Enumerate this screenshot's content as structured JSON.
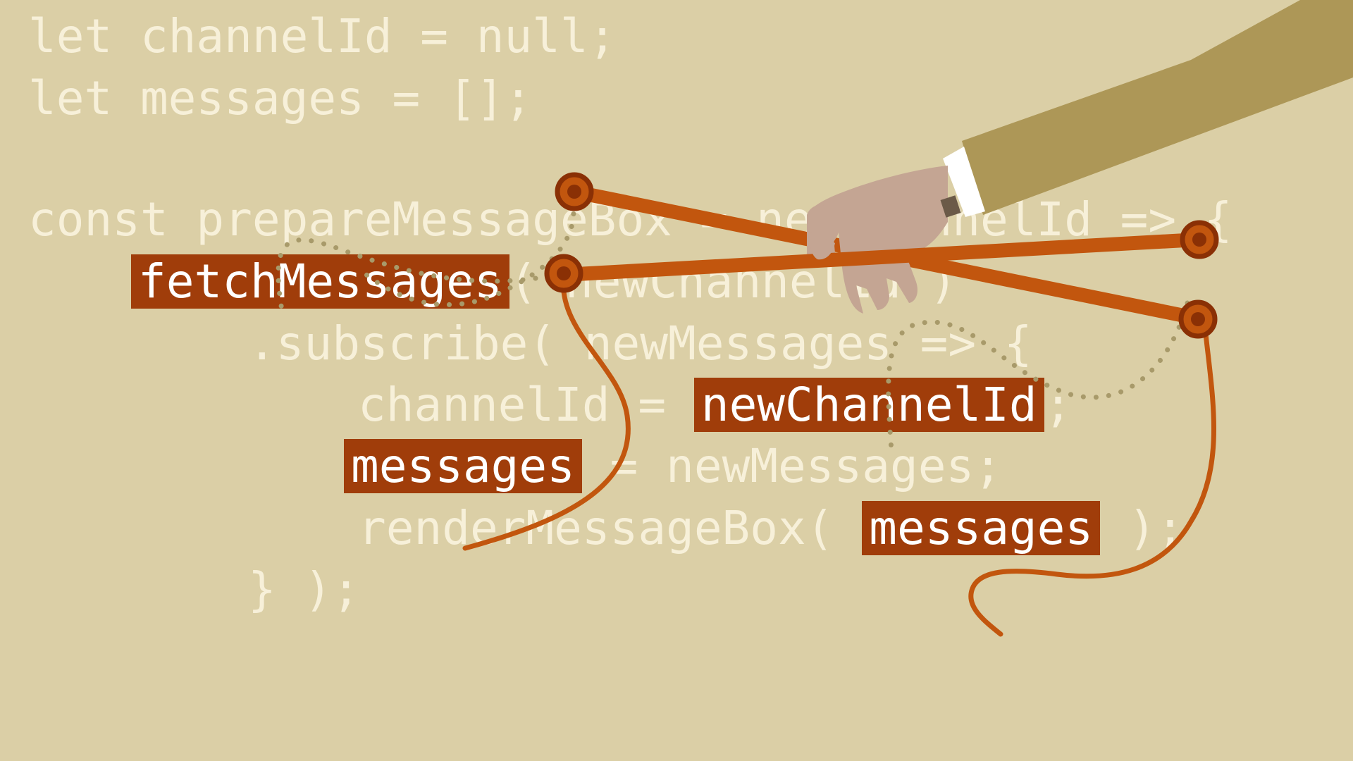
{
  "code": {
    "line1": "let channelId = null;",
    "line2": "let messages = [];",
    "line3": "const prepareMessageBox = newChannelId => {",
    "line4_hl": "fetchMessages",
    "line4_rest": "( newChannelId )",
    "line5": ".subscribe( newMessages => {",
    "line6_pre": "channelId = ",
    "line6_hl": "newChannelId",
    "line6_post": ";",
    "line7_hl": "messages",
    "line7_rest": " = newMessages;",
    "line8_pre": "renderMessageBox( ",
    "line8_hl": "messages",
    "line8_post": " );",
    "line9": "} );"
  },
  "colors": {
    "background": "#dbcfa6",
    "code_text": "#f7f0d9",
    "highlight": "#a03d0a",
    "string": "#c2560e",
    "dotted": "#a89a6a",
    "sleeve": "#ad9757",
    "skin": "#c4a593"
  },
  "illustration": {
    "hand_icon": "puppeteer-hand-icon",
    "control_bar_icon": "marionette-control-bar-icon"
  }
}
